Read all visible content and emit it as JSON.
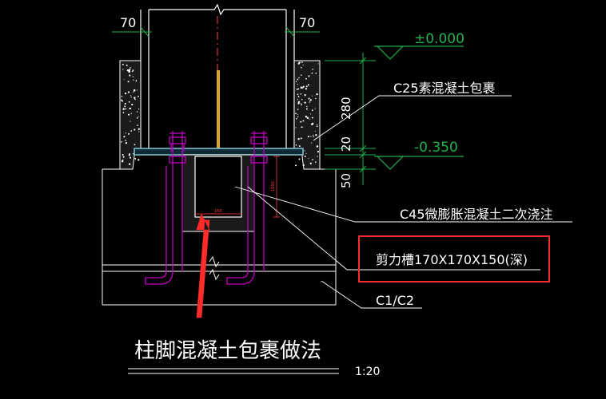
{
  "dims": {
    "left_cover": "70",
    "right_cover": "70",
    "height_280": "280",
    "height_20": "20",
    "height_50": "50",
    "groove_width": "150",
    "groove_depth": "1000"
  },
  "levels": {
    "top": "±0.000",
    "bottom": "-0.350"
  },
  "notes": {
    "c25": "C25素混凝土包裹",
    "c45": "C45微膨胀混凝土二次浇注",
    "shear_groove": "剪力槽170X170X150(深)",
    "c1c2": "C1/C2"
  },
  "title": {
    "main": "柱脚混凝土包裹做法",
    "scale": "1:20"
  },
  "colors": {
    "background": "#000000",
    "line_white": "#ffffff",
    "green": "#22b14c",
    "magenta": "#c000c0",
    "dim_red": "#ff4040",
    "highlight_red": "#ff2a2a",
    "steel_plate": "#7fc8d8"
  }
}
